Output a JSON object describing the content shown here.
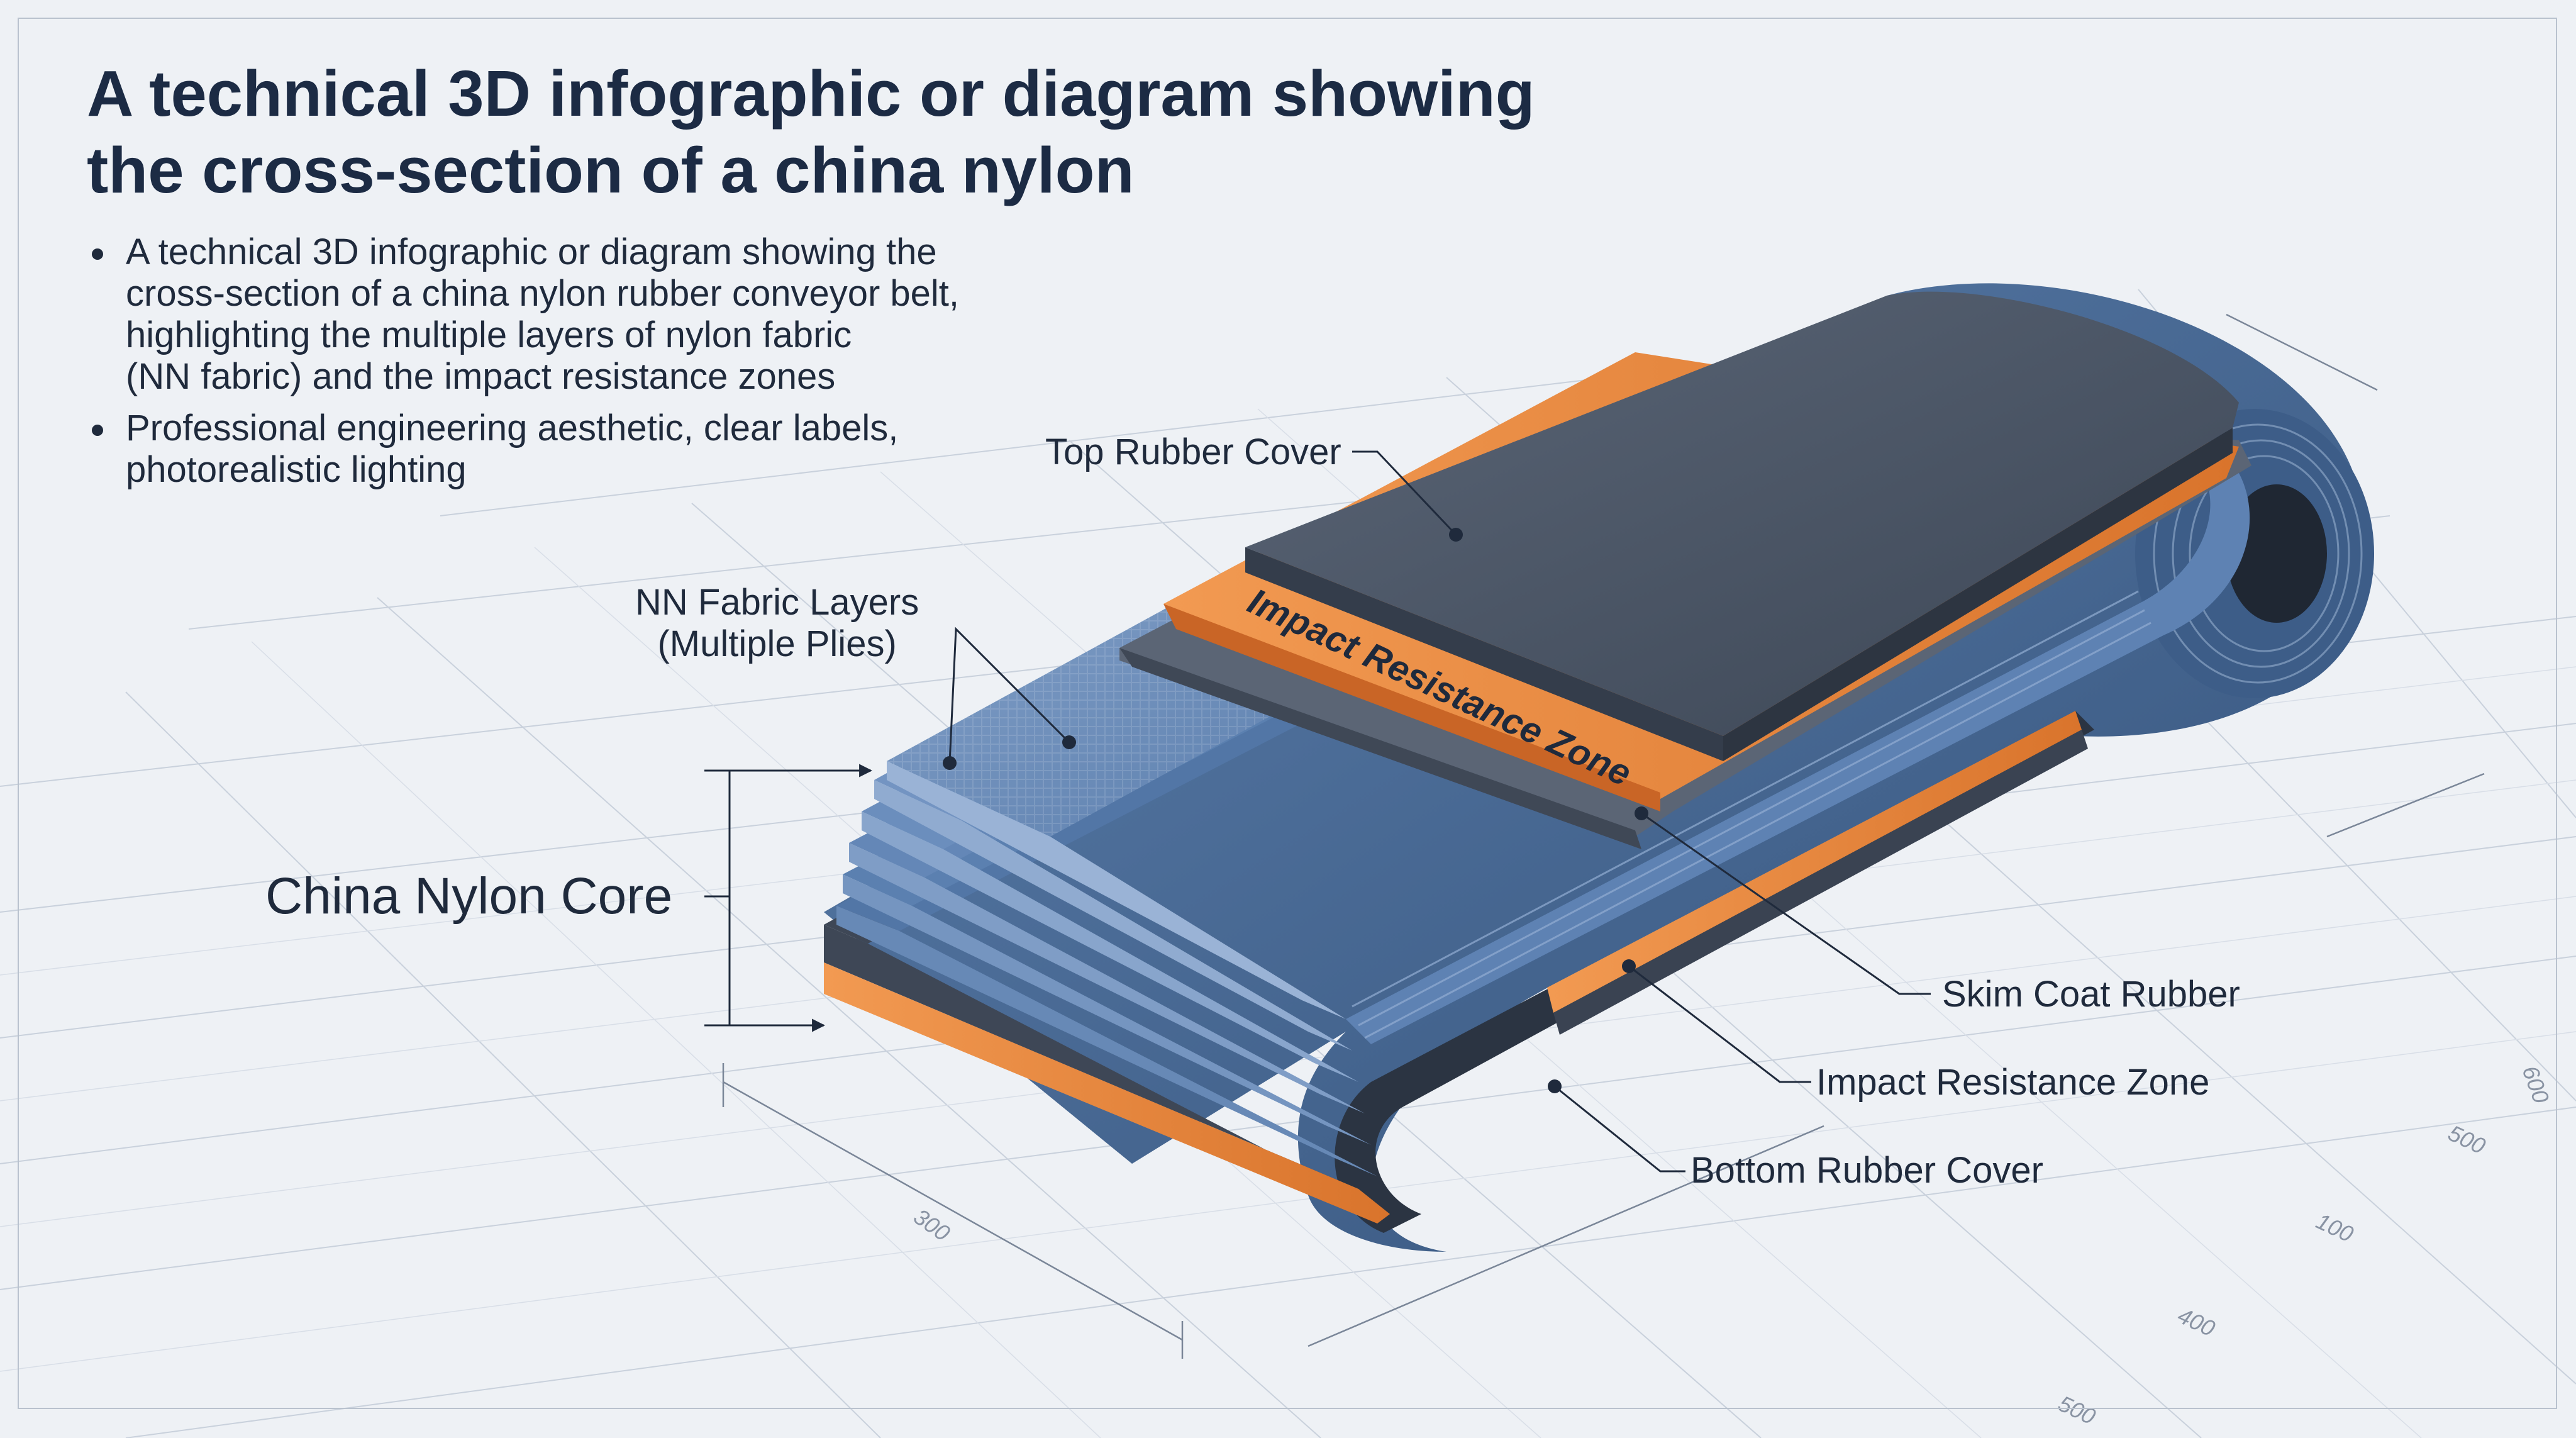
{
  "title_lines": [
    "A technical 3D infographic or diagram showing",
    "the cross-section of a china nylon"
  ],
  "bullets": [
    {
      "lines": [
        "A technical 3D infographic or diagram showing the",
        "cross-section of a china nylon rubber conveyor belt,",
        "highlighting the multiple layers of nylon fabric",
        "(NN fabric) and the impact resistance zones"
      ]
    },
    {
      "lines": [
        "Professional engineering aesthetic, clear labels,",
        "photorealistic lighting"
      ]
    }
  ],
  "labels": {
    "top_cover": "Top Rubber Cover",
    "nn_fabric": [
      "NN Fabric Layers",
      "(Multiple Plies)"
    ],
    "core": "China Nylon Core",
    "impact_top": "Impact Resistance Zone",
    "skim": "Skim Coat Rubber",
    "impact_bottom": "Impact Resistance Zone",
    "bottom_cover": "Bottom Rubber Cover"
  },
  "grid_ticks": [
    "500",
    "100",
    "400",
    "500",
    "300",
    "600"
  ],
  "colors": {
    "background": "#eef1f5",
    "grid": "#c9d1dc",
    "rubber": "#4a5566",
    "rubber_dark": "#2f3846",
    "fabric": "#6f8fb6",
    "fabric_dark": "#456a99",
    "impact_orange": "#ee8a3e",
    "text": "#1f2a3c"
  }
}
